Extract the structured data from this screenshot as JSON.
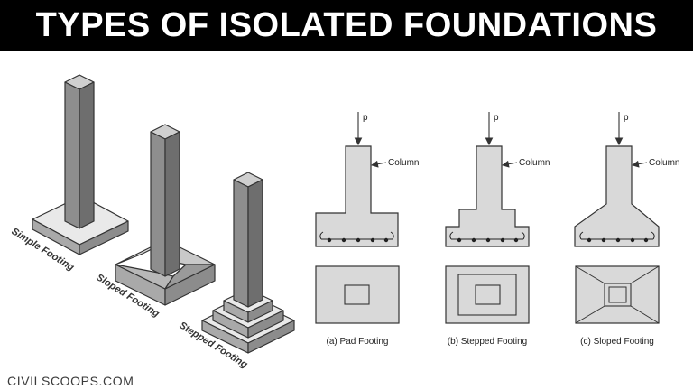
{
  "title": "TYPES OF ISOLATED FOUNDATIONS",
  "isometric_labels": {
    "simple": "Simple Footing",
    "sloped": "Sloped Footing",
    "stepped": "Stepped Footing"
  },
  "sections": [
    {
      "load": "p",
      "column": "Column",
      "caption": "(a) Pad Footing"
    },
    {
      "load": "p",
      "column": "Column",
      "caption": "(b) Stepped Footing"
    },
    {
      "load": "p",
      "column": "Column",
      "caption": "(c) Sloped Footing"
    }
  ],
  "footer": "CIVILSCOOPS.COM",
  "colors": {
    "title_bg": "#000000",
    "title_text": "#ffffff",
    "fill": "#d6d6d6",
    "stroke": "#333333"
  }
}
